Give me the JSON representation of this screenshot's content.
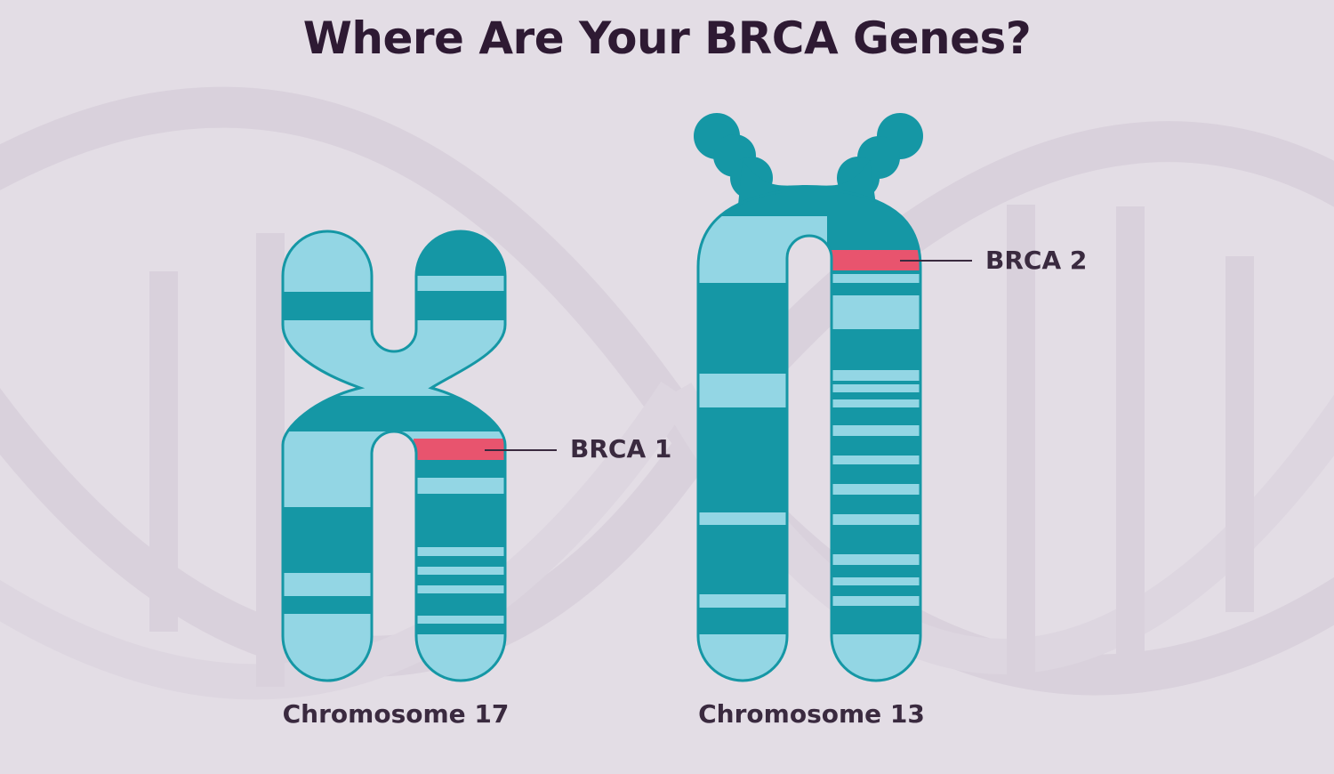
{
  "title": "Where Are Your BRCA Genes?",
  "chromosomes": [
    {
      "name": "Chromosome 17",
      "gene_label": "BRCA 1"
    },
    {
      "name": "Chromosome 13",
      "gene_label": "BRCA 2"
    }
  ],
  "colors": {
    "background": "#e3dde5",
    "helix": "#d9d1dc",
    "band_dark": "#1597a5",
    "band_light": "#93d6e4",
    "outline": "#1597a5",
    "gene_marker": "#e8546e",
    "text": "#2e1a33"
  }
}
